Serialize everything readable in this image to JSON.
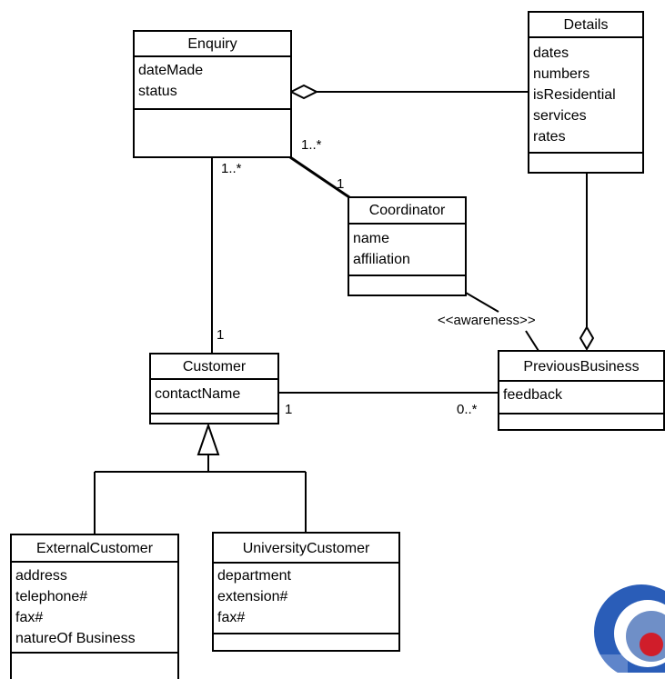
{
  "classes": {
    "enquiry": {
      "name": "Enquiry",
      "attributes": [
        "dateMade",
        "status"
      ]
    },
    "details": {
      "name": "Details",
      "attributes": [
        "dates",
        "numbers",
        "isResidential",
        "services",
        "rates"
      ]
    },
    "coordinator": {
      "name": "Coordinator",
      "attributes": [
        "name",
        "affiliation"
      ]
    },
    "customer": {
      "name": "Customer",
      "attributes": [
        "contactName"
      ]
    },
    "previous_business": {
      "name": "PreviousBusiness",
      "attributes": [
        "feedback"
      ]
    },
    "external_customer": {
      "name": "ExternalCustomer",
      "attributes": [
        "address",
        "telephone#",
        "fax#",
        "natureOf Business"
      ]
    },
    "university_customer": {
      "name": "UniversityCustomer",
      "attributes": [
        "department",
        "extension#",
        "fax#"
      ]
    }
  },
  "labels": {
    "enquiry_coordinator_enquiry_end": "1..*",
    "enquiry_coordinator_coordinator_end": "1",
    "enquiry_customer_enquiry_end": "1..*",
    "enquiry_customer_customer_end": "1",
    "customer_previous_customer_end": "1",
    "customer_previous_previous_end": "0..*",
    "awareness_stereotype": "<<awareness>>"
  }
}
